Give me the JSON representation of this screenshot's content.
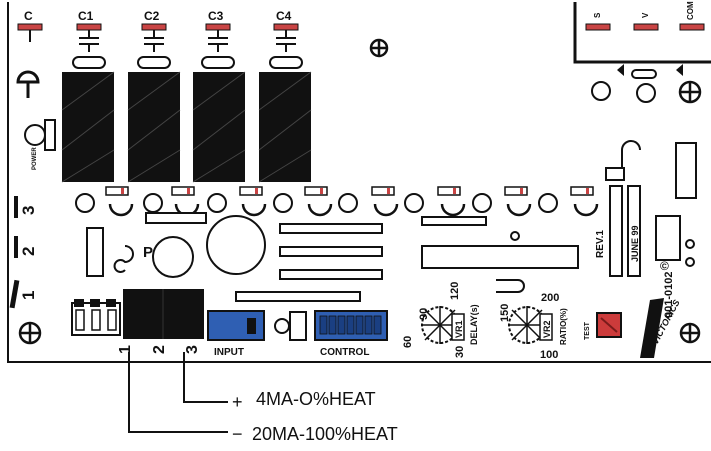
{
  "board": {
    "terminals_top": [
      "C",
      "C1",
      "C2",
      "C3",
      "C4"
    ],
    "terminals_top_right": [
      "S",
      "V",
      "COM"
    ],
    "power_label": "POWER",
    "side_numbers": [
      "3",
      "2",
      "1"
    ],
    "rev_label": "REV.1",
    "date_label": "JUNE 99",
    "part_number": "001-0102",
    "copyright": "©",
    "brand": "VICTORICS",
    "test_label": "TEST",
    "input_label": "INPUT",
    "control_label": "CONTROL",
    "screw_numbers": [
      "1",
      "2",
      "3"
    ],
    "p_label": "P"
  },
  "pots": {
    "vr1": {
      "name": "VR1",
      "label": "DELAY(s)",
      "scale": [
        "60",
        "90",
        "120",
        "30"
      ]
    },
    "vr2": {
      "name": "VR2",
      "label": "RATIO(%)",
      "scale": [
        "150",
        "200",
        "100"
      ]
    }
  },
  "callouts": [
    {
      "sign": "+",
      "text": "4MA-O%HEAT"
    },
    {
      "sign": "−",
      "text": "20MA-100%HEAT"
    }
  ],
  "colors": {
    "dip_blue": "#2f5fb3",
    "terminal_red": "#c94444",
    "test_red": "#cc3b3b",
    "outline": "#111111"
  }
}
